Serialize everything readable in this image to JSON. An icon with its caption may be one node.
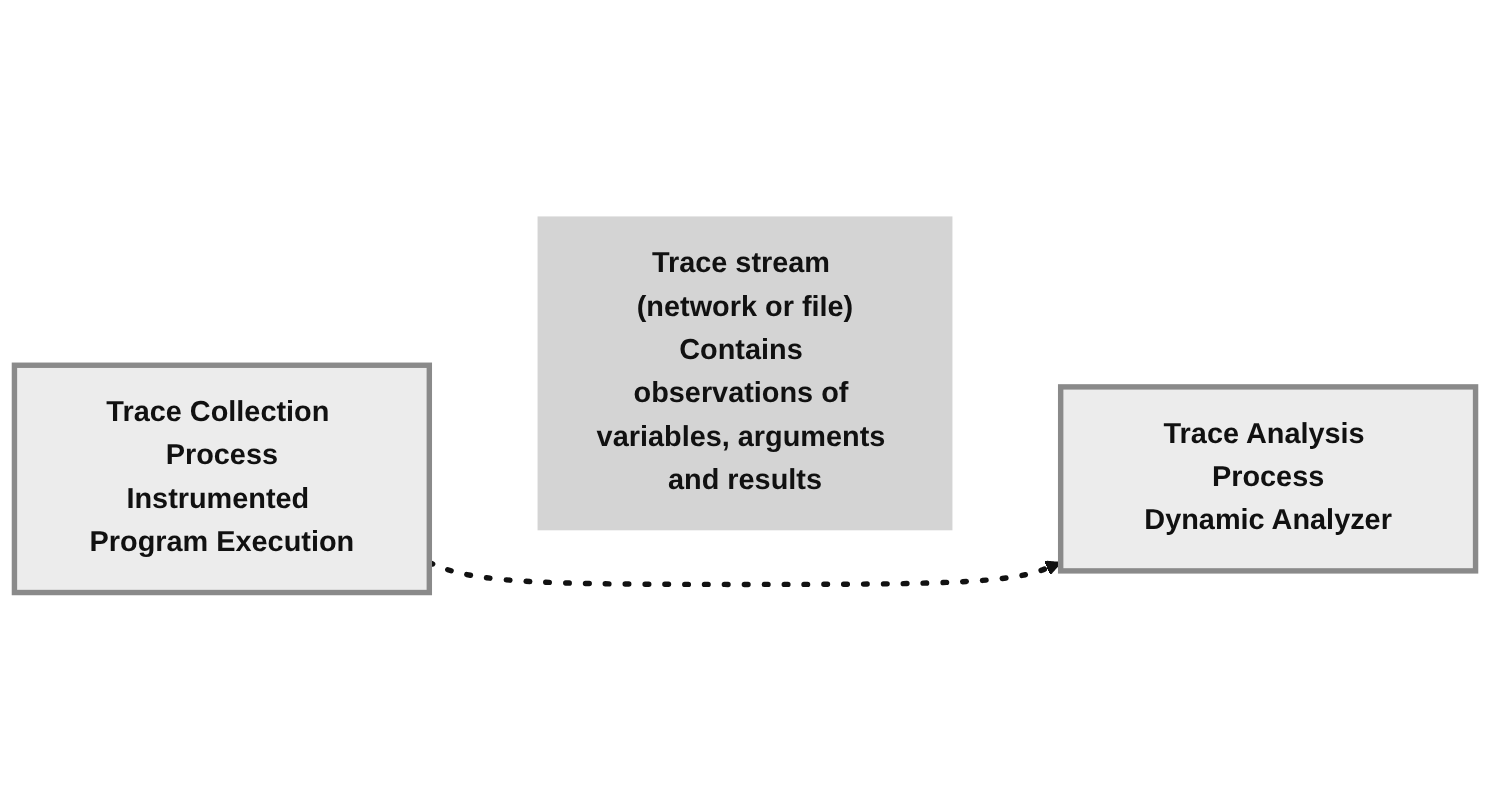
{
  "diagram": {
    "nodes": [
      {
        "text": [
          "Trace Collection Process",
          "Instrumented Program Execution"
        ]
      },
      {
        "text": [
          "Trace stream (network or file)",
          "Contains observations of variables, arguments and results"
        ]
      },
      {
        "text": [
          "Trace Analysis Process",
          "Dynamic Analyzer"
        ]
      }
    ],
    "edges": [
      {
        "from": 0,
        "to": 2,
        "arrow": "to",
        "style": "dashed"
      }
    ]
  }
}
